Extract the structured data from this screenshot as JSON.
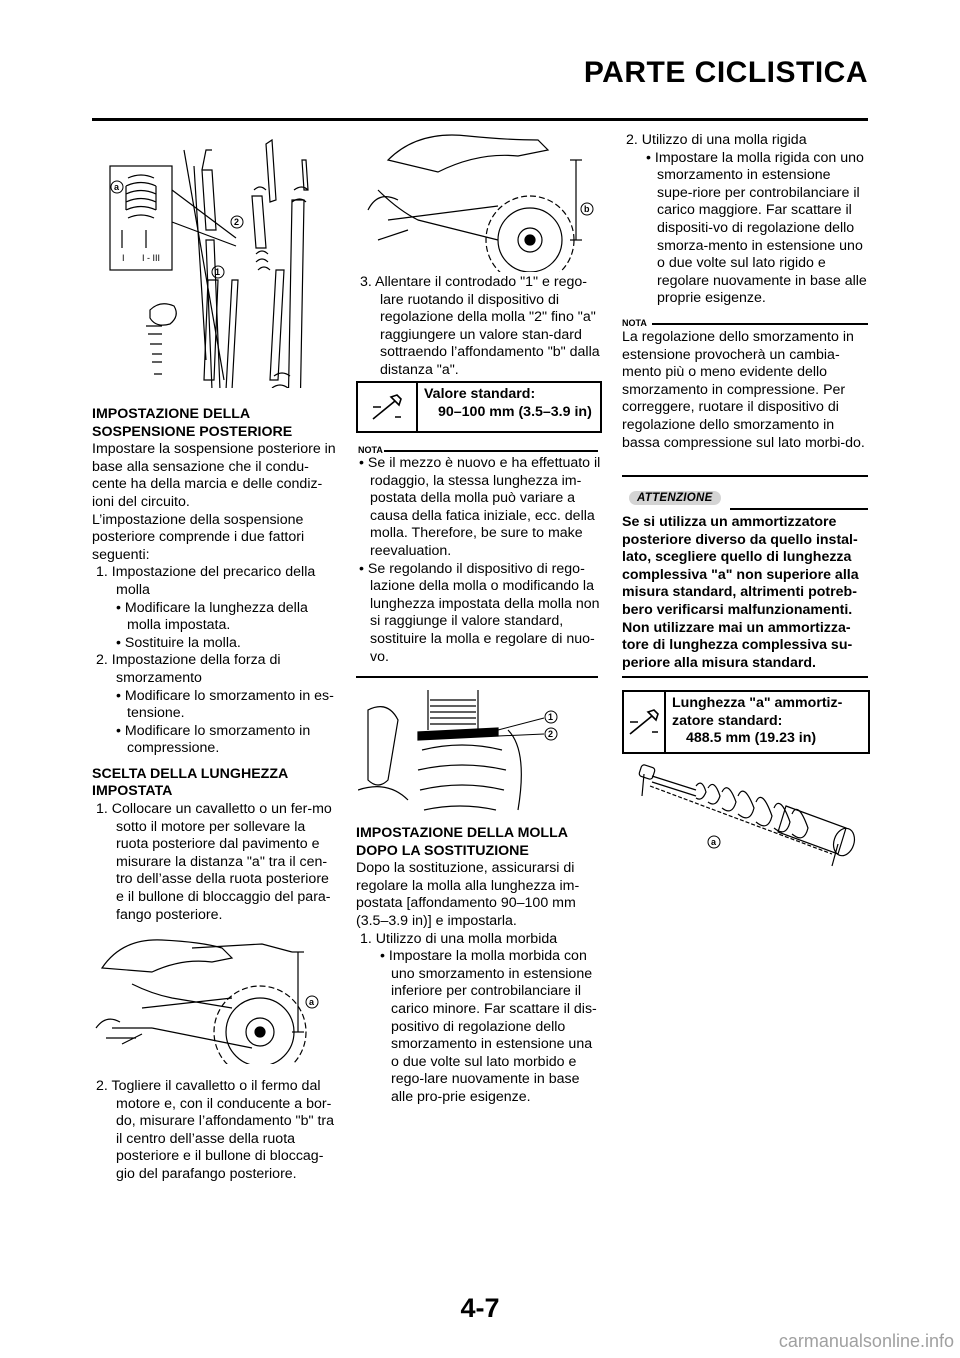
{
  "header": {
    "title": "PARTE CICLISTICA"
  },
  "page_number": "4-7",
  "watermark": "carmanualsonline.info",
  "col1": {
    "heading1": "IMPOSTAZIONE DELLA SOSPENSIONE POSTERIORE",
    "para1": "Impostare la sospensione posteriore in base alla sensazione che il condu-cente ha della marcia e delle condiz-ioni del circuito.",
    "para2": "L’impostazione della sospensione posteriore comprende i due fattori seguenti:",
    "item1": "1.  Impostazione del precarico della molla",
    "item1_b1": "• Modificare la lunghezza della molla impostata.",
    "item1_b2": "• Sostituire la molla.",
    "item2": "2.  Impostazione della forza di smorzamento",
    "item2_b1": "• Modificare lo smorzamento in es-tensione.",
    "item2_b2": "• Modificare lo smorzamento in compressione.",
    "heading2": "SCELTA DELLA LUNGHEZZA IMPOSTATA",
    "step1": "1.  Collocare un cavalletto o un fer-mo sotto il motore per sollevare la ruota posteriore dal pavimento e misurare la distanza \"a\" tra il cen-tro dell’asse della ruota posteriore e il bullone di bloccaggio del para-fango posteriore.",
    "step2": "2.  Togliere il cavalletto o il fermo dal motore e, con il conducente a bor-do, misurare l’affondamento \"b\" tra il centro dell’asse della ruota posteriore e il bullone di bloccag-gio del parafango posteriore.",
    "fig1_labels": {
      "a": "a",
      "n2": "2",
      "n1": "1",
      "roman1": "I",
      "roman2": "I - III"
    },
    "fig2_label": "a"
  },
  "col2": {
    "fig3_label": "b",
    "step3": "3.  Allentare il controdado \"1\" e rego-lare ruotando il dispositivo di regolazione della molla \"2\" fino \"a\" raggiungere un valore stan-dard sottraendo l’affondamento \"b\" dalla distanza \"a\".",
    "spec1_label": "Valore standard:",
    "spec1_value": "90–100 mm (3.5–3.9 in)",
    "nota_label": "NOTA",
    "nota_b1": "• Se il mezzo è nuovo e ha effettuato il rodaggio, la stessa lunghezza im-postata della molla può variare a causa della fatica iniziale, ecc. della molla. Therefore, be sure to make reevaluation.",
    "nota_b2": "• Se regolando il dispositivo di rego-lazione della molla o modificando la lunghezza impostata della molla non si raggiunge il valore standard, sostituire la molla e regolare di nuo-vo.",
    "fig4_labels": {
      "n1": "1",
      "n2": "2"
    },
    "heading3": "IMPOSTAZIONE DELLA MOLLA DOPO LA SOSTITUZIONE",
    "para3": "Dopo la sostituzione, assicurarsi di regolare la molla alla lunghezza im-postata [affondamento 90–100 mm (3.5–3.9 in)] e impostarla.",
    "item_soft": "1.  Utilizzo di una molla morbida",
    "item_soft_b": "• Impostare la molla morbida con uno smorzamento in estensione inferiore per controbilanciare il carico minore. Far scattare il dis-positivo di regolazione dello smorzamento in estensione una o due volte sul lato morbido e rego-lare nuovamente in base alle pro-prie esigenze."
  },
  "col3": {
    "item_hard": "2.  Utilizzo di una molla rigida",
    "item_hard_b": "• Impostare la molla rigida con uno smorzamento in estensione supe-riore per controbilanciare il carico maggiore. Far scattare il dispositi-vo di regolazione dello smorza-mento in estensione uno o due volte sul lato rigido e regolare nuovamente in base alle proprie esigenze.",
    "nota_label": "NOTA",
    "nota_text": "La regolazione dello smorzamento in estensione provocherà un cambia-mento più o meno evidente dello smorzamento in compressione. Per correggere, ruotare il dispositivo di regolazione dello smorzamento in bassa compressione sul lato morbi-do.",
    "attention_label": "ATTENZIONE",
    "attention_text": "Se si utilizza un ammortizzatore posteriore diverso da quello instal-lato, scegliere quello di lunghezza complessiva \"a\" non superiore alla misura standard, altrimenti potreb-bero verificarsi malfunzionamenti. Non utilizzare mai un ammortizza-tore di lunghezza complessiva su-periore alla misura standard.",
    "spec2_label": "Lunghezza \"a\" ammortiz-zatore standard:",
    "spec2_value": "488.5 mm (19.23 in)",
    "fig5_label": "a"
  }
}
